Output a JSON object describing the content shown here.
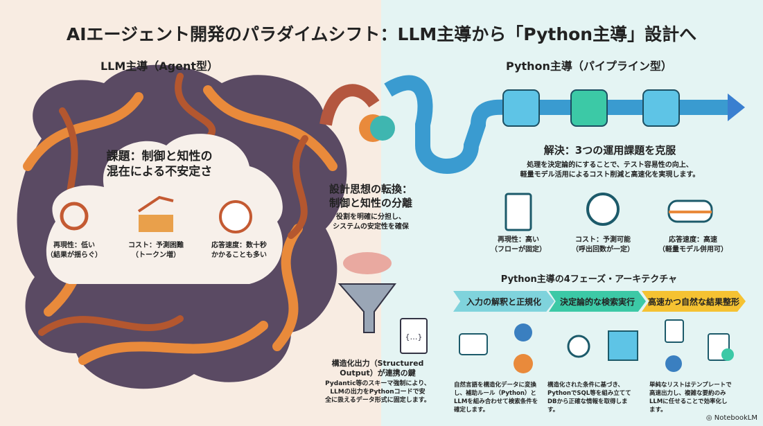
{
  "title": "AIエージェント開発のパラダイムシフト：LLM主導から「Python主導」設計へ",
  "left": {
    "heading": "LLM主導（Agent型）",
    "problem": [
      "課題：制御と知性の",
      "混在による不安定さ"
    ],
    "items": [
      {
        "icon": "tangled-knot-icon",
        "lines": [
          "再現性：低い",
          "（結果が揺らぐ）"
        ]
      },
      {
        "icon": "rising-cost-coins-icon",
        "lines": [
          "コスト：予測困難",
          "（トークン増）"
        ]
      },
      {
        "icon": "clock-icon",
        "lines": [
          "応答速度：数十秒",
          "かかることも多い"
        ]
      }
    ]
  },
  "center": {
    "shift": [
      "設計思想の転換：",
      "制御と知性の分離"
    ],
    "shift_sub": [
      "役割を明確に分担し、",
      "システムの安定性を確保"
    ],
    "structured": [
      "構造化出力（Structured",
      "Output）が連携の鍵"
    ],
    "structured_sub": [
      "Pydantic等のスキーマ強制により、",
      "LLMの出力をPythonコードで安",
      "全に扱えるデータ形式に固定します。"
    ]
  },
  "right": {
    "heading": "Python主導（パイプライン型）",
    "solution": "解決：3つの運用課題を克服",
    "solution_sub": [
      "処理を決定論的にすることで、テスト容易性の向上、",
      "軽量モデル活用によるコスト削減と高速化を実現します。"
    ],
    "items": [
      {
        "icon": "checklist-icon",
        "lines": [
          "再現性：高い",
          "（フローが固定）"
        ]
      },
      {
        "icon": "gauge-icon",
        "lines": [
          "コスト：予測可能",
          "（呼出回数が一定）"
        ]
      },
      {
        "icon": "bullet-train-icon",
        "lines": [
          "応答速度：高速",
          "（軽量モデル併用可）"
        ]
      }
    ],
    "arch_title": "Python主導の4フェーズ・アーキテクチャ",
    "phases": [
      {
        "label": "入力の解釈と正規化",
        "color": "#7fd3dc",
        "desc": [
          "自然言語を構造化データに変換",
          "し、補助ルール（Python）と",
          "LLMを組み合わせて検索条件を",
          "確定します。"
        ]
      },
      {
        "label": "決定論的な検索実行",
        "color": "#3cc9a6",
        "desc": [
          "構造化された条件に基づき、",
          "PythonでSQL等を組み立てて",
          "DBから正確な情報を取得しま",
          "す。"
        ]
      },
      {
        "label": "高速かつ自然な結果整形",
        "color": "#f5c232",
        "desc": [
          "単純なリストはテンプレートで",
          "高速出力し、複雑な要約のみ",
          "LLMに任せることで効率化し",
          "ます。"
        ]
      }
    ]
  },
  "brand": "NotebookLM"
}
